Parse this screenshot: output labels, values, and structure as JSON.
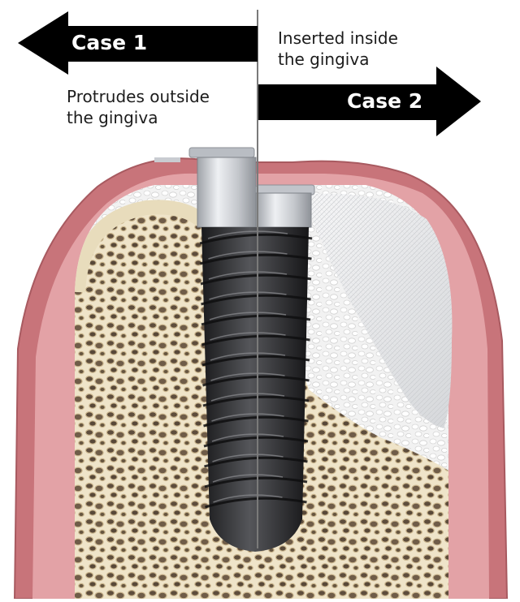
{
  "labels": {
    "case1": "Case 1",
    "case2": "Case 2",
    "inserted_line1": "Inserted inside",
    "inserted_line2": "the gingiva",
    "protrudes_line1": "Protrudes outside",
    "protrudes_line2": "the gingiva"
  },
  "colors": {
    "gingiva": "#c8747a",
    "gingiva_light": "#e7a7ab",
    "bone": "#eee3c8",
    "bone_pore": "#6b5a48",
    "graft": "#f4f4f4",
    "membrane": "#e9eaec",
    "implant_thread": "#2b2b2d",
    "collar": "#c9ccd1",
    "arrow": "#000000",
    "divider": "#7a7a7a"
  },
  "icons": {
    "case1_arrow": "arrow-left",
    "case2_arrow": "arrow-right"
  }
}
